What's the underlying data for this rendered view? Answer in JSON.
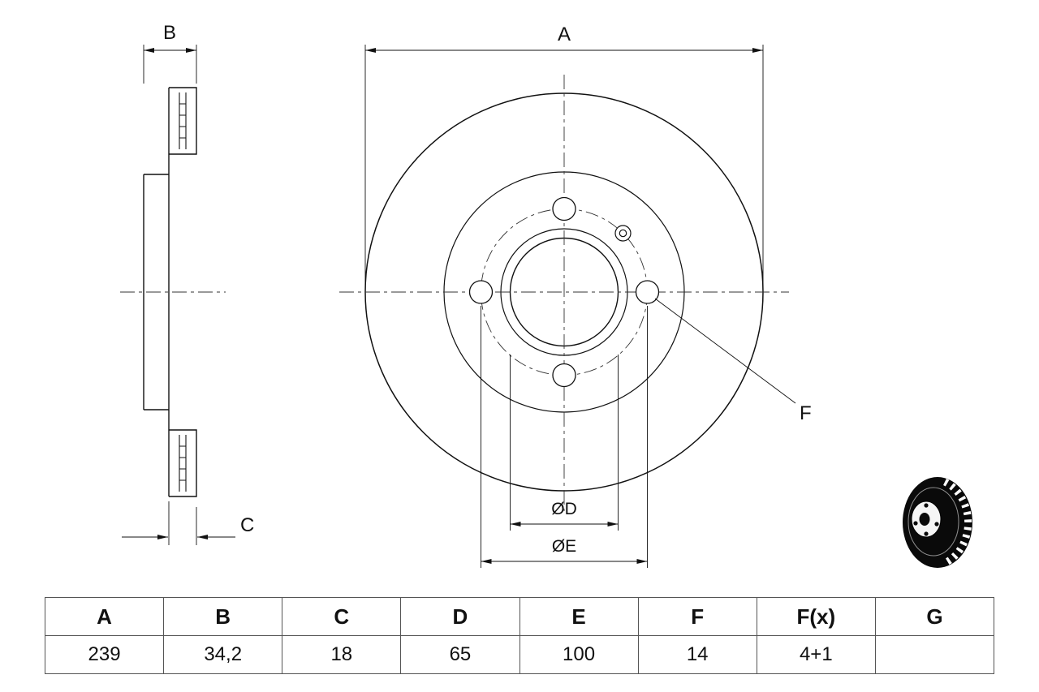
{
  "drawing": {
    "dim_a_label": "A",
    "dim_b_label": "B",
    "dim_c_label": "C",
    "dim_d_label": "ØD",
    "dim_e_label": "ØE",
    "dim_f_label": "F"
  },
  "table": {
    "headers": [
      "A",
      "B",
      "C",
      "D",
      "E",
      "F",
      "F(x)",
      "G"
    ],
    "values": [
      "239",
      "34,2",
      "18",
      "65",
      "100",
      "14",
      "4+1",
      ""
    ]
  },
  "colors": {
    "background": "#ffffff",
    "line": "#111111"
  }
}
